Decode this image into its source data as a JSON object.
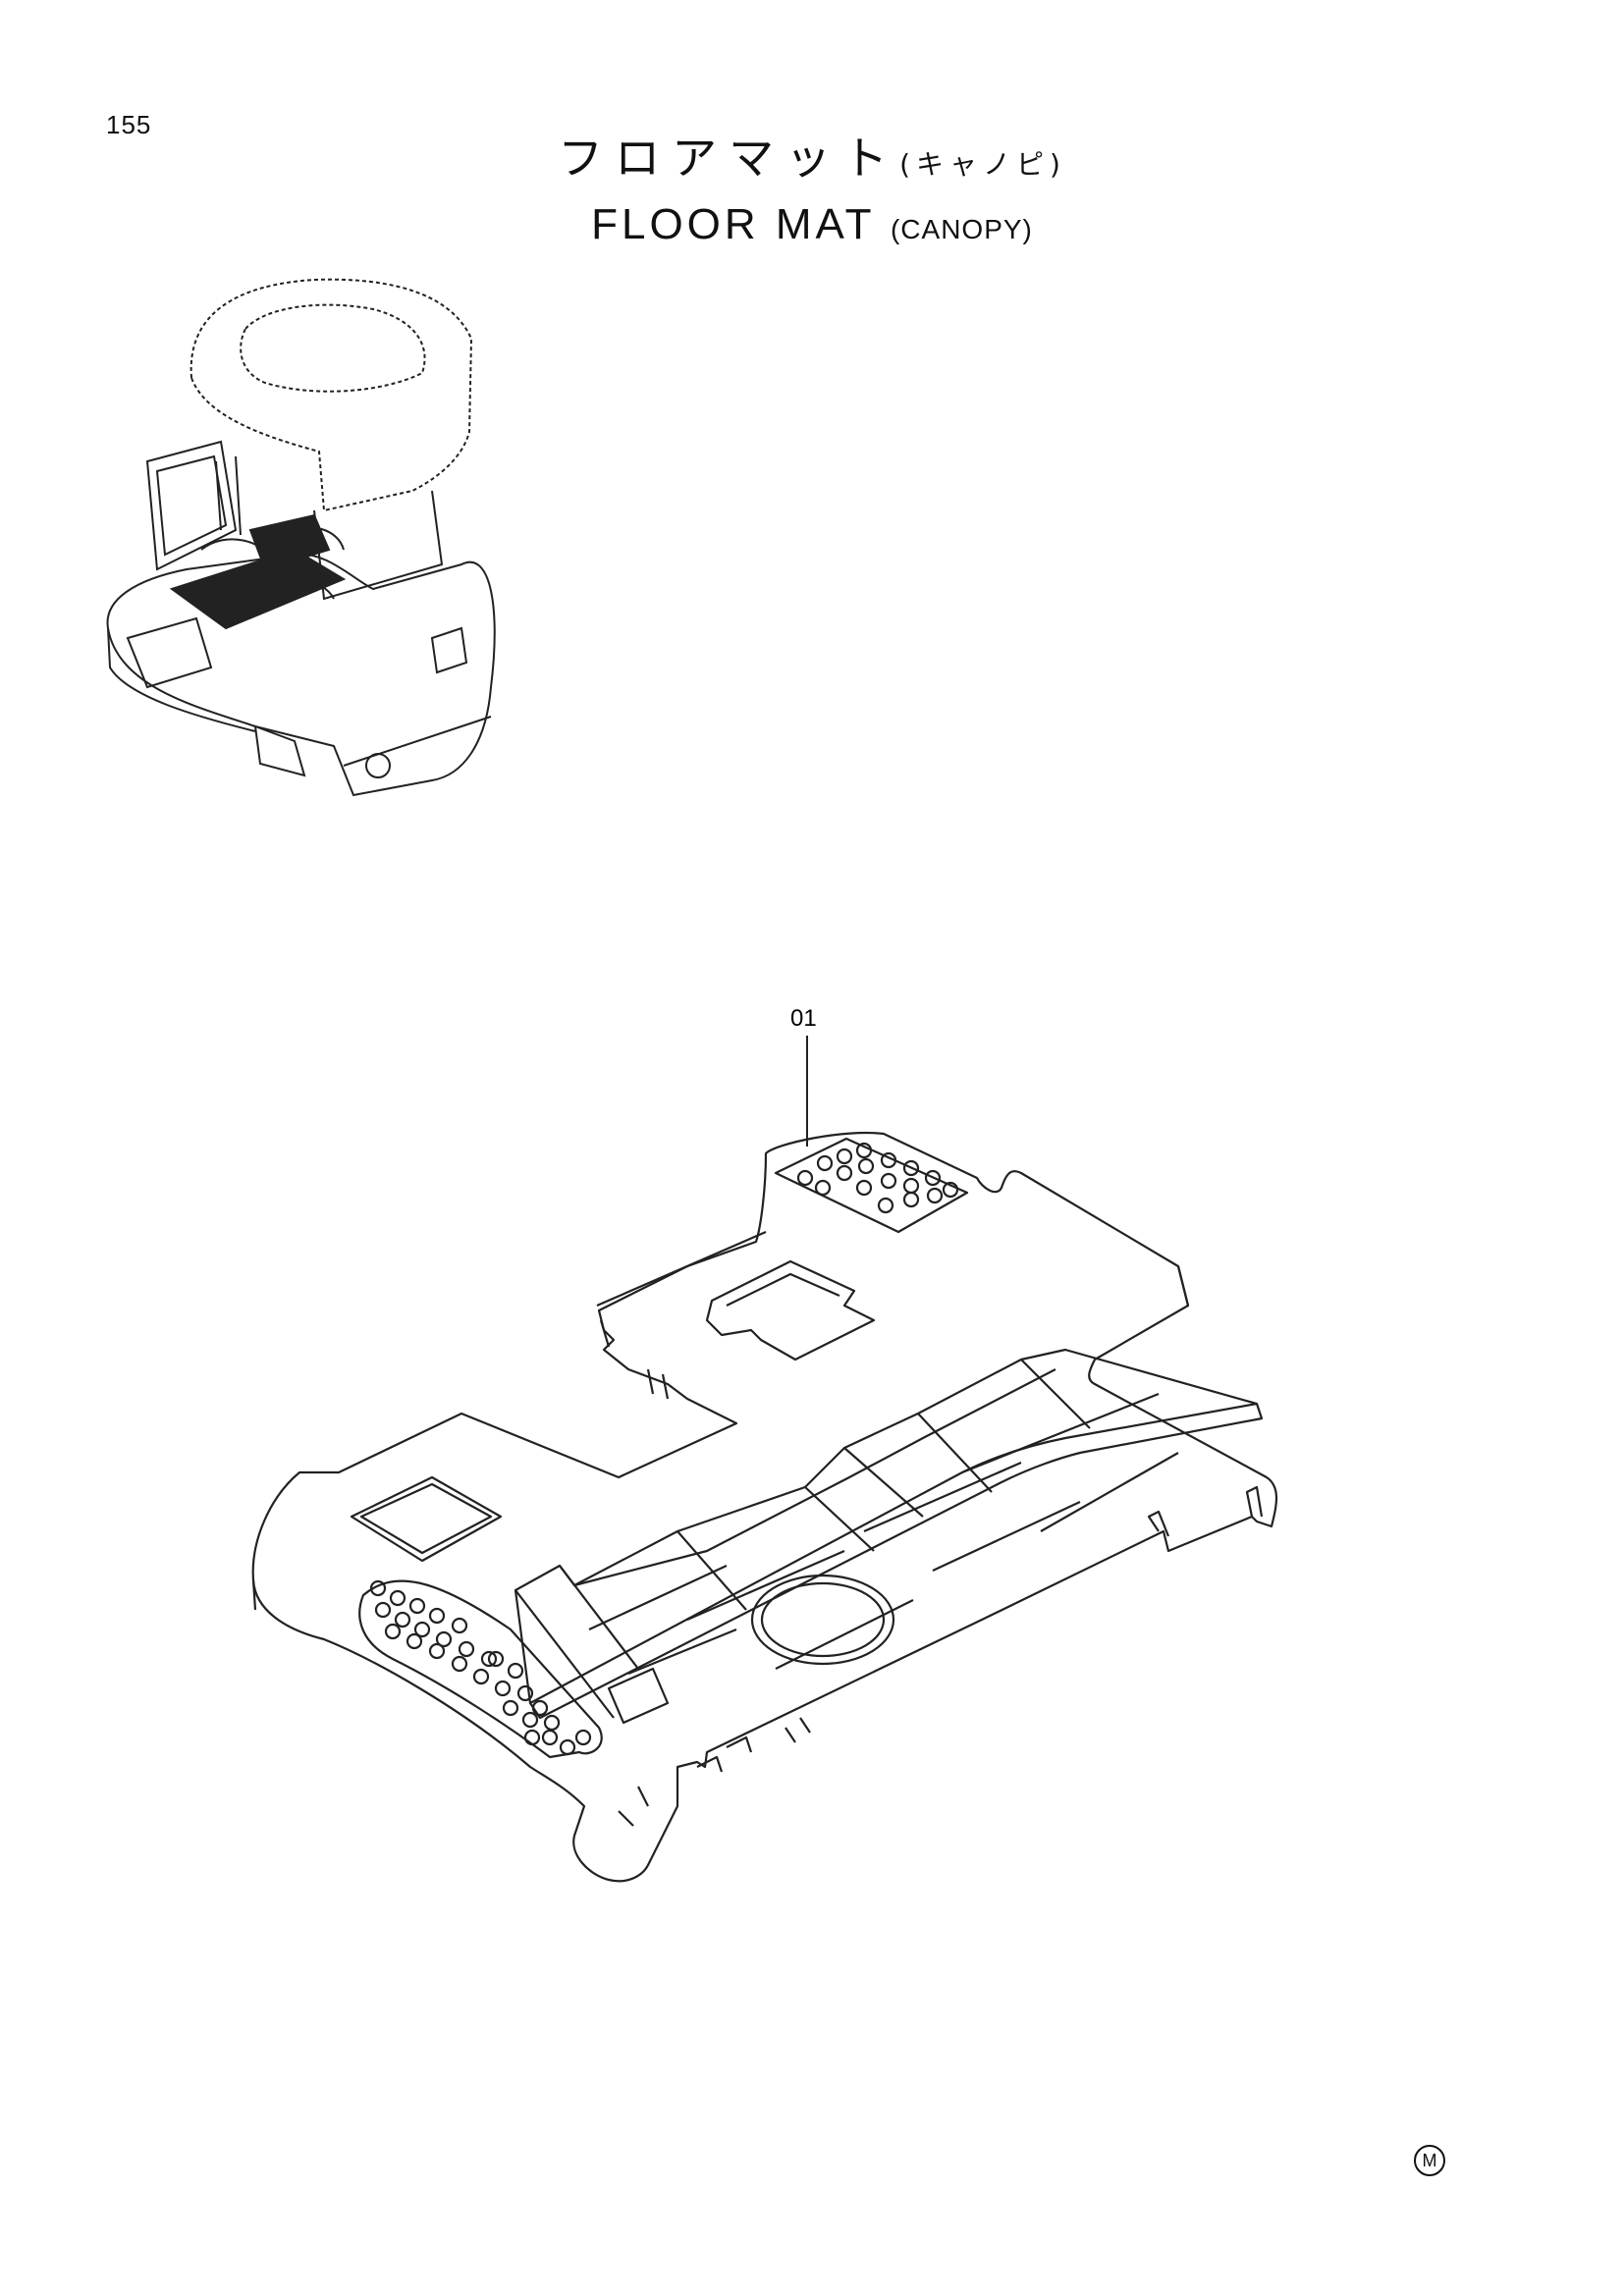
{
  "page": {
    "number": "155"
  },
  "title": {
    "jp_main": "フロアマット",
    "jp_sub": "(キャノピ)",
    "en_main": "FLOOR MAT",
    "en_sub": "(CANOPY)"
  },
  "callouts": [
    {
      "label": "01",
      "part": "floor-mat"
    }
  ],
  "mark": {
    "text": "M"
  }
}
